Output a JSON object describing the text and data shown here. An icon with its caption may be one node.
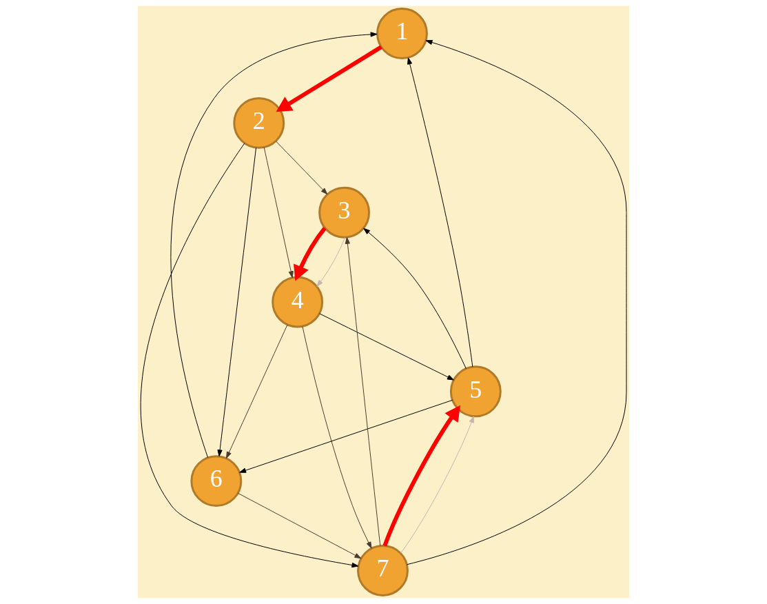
{
  "diagram": {
    "nodes": [
      {
        "text": [
          "1"
        ]
      },
      {
        "text": [
          "2"
        ]
      },
      {
        "text": [
          "3"
        ]
      },
      {
        "text": [
          "4"
        ]
      },
      {
        "text": [
          "5"
        ]
      },
      {
        "text": [
          "6"
        ]
      },
      {
        "text": [
          "7"
        ]
      }
    ],
    "edges": [
      {
        "from": 0,
        "to": 1,
        "arrow": "to",
        "style": "thick",
        "color": "#ff0000"
      },
      {
        "from": 1,
        "to": 2,
        "arrow": "to",
        "color": "#4d3b30"
      },
      {
        "from": 1,
        "to": 5,
        "arrow": "to"
      },
      {
        "from": 1,
        "to": 6,
        "arrow": "to"
      },
      {
        "from": 1,
        "to": 3,
        "arrow": "to",
        "color": "#4d3b30"
      },
      {
        "from": 2,
        "to": 3,
        "arrow": "to",
        "style": "thick",
        "color": "#ff0000"
      },
      {
        "from": 2,
        "to": 3,
        "arrow": "to",
        "color": "#c8b4b0"
      },
      {
        "from": 6,
        "to": 0,
        "arrow": "to"
      },
      {
        "from": 6,
        "to": 2,
        "arrow": "to",
        "color": "#4d3b30"
      },
      {
        "from": 6,
        "to": 4,
        "arrow": "to",
        "style": "thick",
        "color": "#ff0000"
      },
      {
        "from": 6,
        "to": 4,
        "arrow": "to",
        "color": "#c8b4b0"
      },
      {
        "from": 5,
        "to": 6,
        "arrow": "to",
        "color": "#4d3b30"
      },
      {
        "from": 5,
        "to": 0,
        "arrow": "to"
      },
      {
        "from": 4,
        "to": 0,
        "arrow": "to"
      },
      {
        "from": 4,
        "to": 2,
        "arrow": "to"
      },
      {
        "from": 4,
        "to": 5,
        "arrow": "to"
      },
      {
        "from": 3,
        "to": 6,
        "arrow": "to",
        "color": "#4d3b30"
      },
      {
        "from": 3,
        "to": 5,
        "arrow": "to",
        "color": "#4d3b30"
      },
      {
        "from": 3,
        "to": 4,
        "arrow": "to"
      }
    ]
  }
}
